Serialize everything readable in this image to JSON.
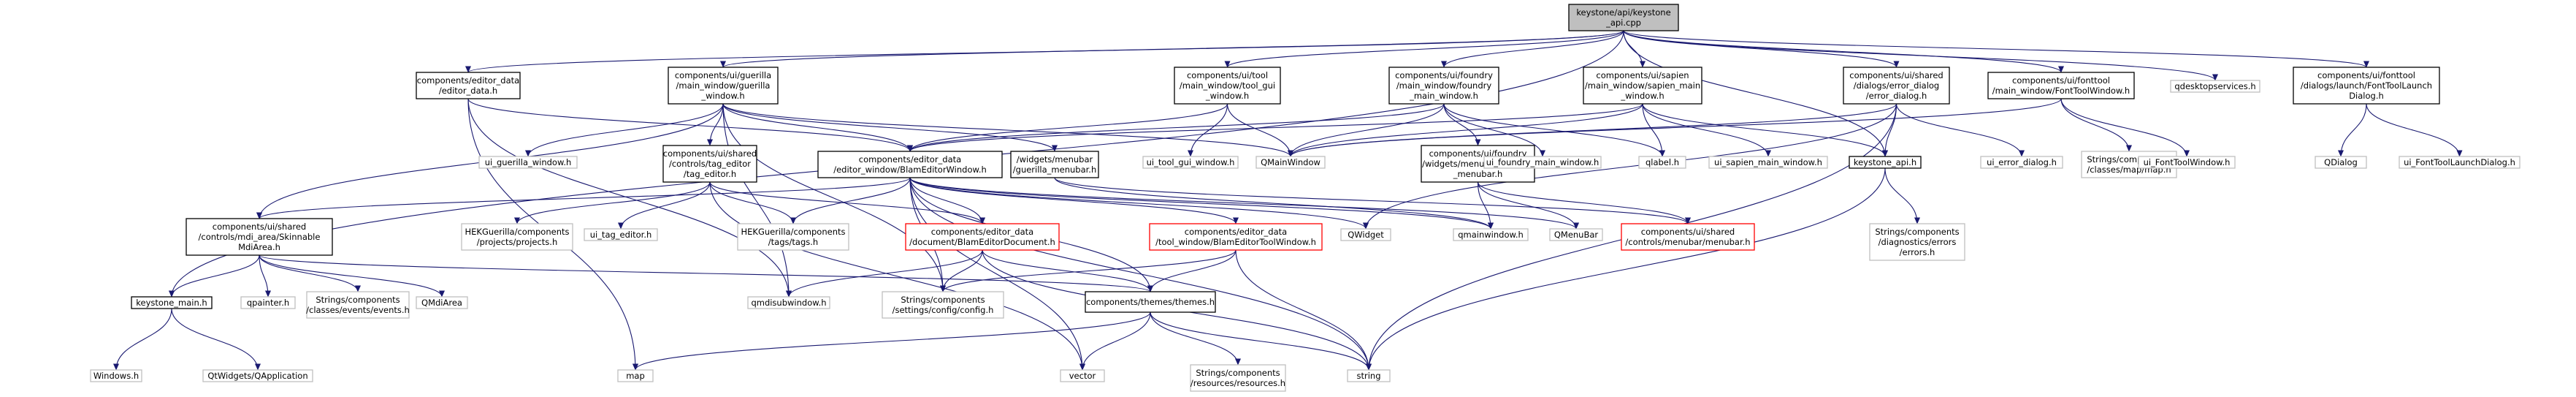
{
  "title": "keystone/api/keystone_api.cpp",
  "colors": {
    "root_fill": "#bfbfbf",
    "node_fill": "#ffffff",
    "node_border": "#000000",
    "external_border": "#bfbfbf",
    "red_border": "#ff0000",
    "edge": "#191970"
  },
  "nodes": [
    {
      "id": "root",
      "lines": [
        "keystone/api/keystone",
        "_api.cpp"
      ],
      "style": "root"
    },
    {
      "id": "editor_data_h",
      "lines": [
        "components/editor_data",
        "/editor_data.h"
      ],
      "style": "normal"
    },
    {
      "id": "guerilla_window_h",
      "lines": [
        "components/ui/guerilla",
        "/main_window/guerilla",
        "_window.h"
      ],
      "style": "normal"
    },
    {
      "id": "tool_gui_window_h",
      "lines": [
        "components/ui/tool",
        "/main_window/tool_gui",
        "_window.h"
      ],
      "style": "normal"
    },
    {
      "id": "foundry_main_window_h",
      "lines": [
        "components/ui/foundry",
        "/main_window/foundry",
        "_main_window.h"
      ],
      "style": "normal"
    },
    {
      "id": "sapien_main_window_h",
      "lines": [
        "components/ui/sapien",
        "/main_window/sapien_main",
        "_window.h"
      ],
      "style": "normal"
    },
    {
      "id": "error_dialog_h",
      "lines": [
        "components/ui/shared",
        "/dialogs/error_dialog",
        "/error_dialog.h"
      ],
      "style": "normal"
    },
    {
      "id": "font_tool_window_h",
      "lines": [
        "components/ui/fonttool",
        "/main_window/FontToolWindow.h"
      ],
      "style": "normal"
    },
    {
      "id": "qdesktopservices_h",
      "lines": [
        "qdesktopservices.h"
      ],
      "style": "external"
    },
    {
      "id": "font_tool_launch_dialog_h",
      "lines": [
        "components/ui/fonttool",
        "/dialogs/launch/FontToolLaunch",
        "Dialog.h"
      ],
      "style": "normal"
    },
    {
      "id": "ui_guerilla_window_h",
      "lines": [
        "ui_guerilla_window.h"
      ],
      "style": "external"
    },
    {
      "id": "tag_editor_h",
      "lines": [
        "components/ui/shared",
        "/controls/tag_editor",
        "/tag_editor.h"
      ],
      "style": "normal"
    },
    {
      "id": "blam_editor_window_h",
      "lines": [
        "components/editor_data",
        "/editor_window/BlamEditorWindow.h"
      ],
      "style": "normal"
    },
    {
      "id": "guerilla_menubar_h",
      "lines": [
        "/widgets/menubar",
        "/guerilla_menubar.h"
      ],
      "style": "normal"
    },
    {
      "id": "ui_tool_gui_window_h",
      "lines": [
        "ui_tool_gui_window.h"
      ],
      "style": "external"
    },
    {
      "id": "qmainwindow_h",
      "lines": [
        "QMainWindow"
      ],
      "style": "external"
    },
    {
      "id": "foundry_menubar_h",
      "lines": [
        "components/ui/foundry",
        "/widgets/menubar/foundry",
        "_menubar.h"
      ],
      "style": "normal"
    },
    {
      "id": "ui_foundry_main_window_h",
      "lines": [
        "ui_foundry_main_window.h"
      ],
      "style": "external"
    },
    {
      "id": "qlabel_h",
      "lines": [
        "qlabel.h"
      ],
      "style": "external"
    },
    {
      "id": "ui_sapien_main_window_h",
      "lines": [
        "ui_sapien_main_window.h"
      ],
      "style": "external"
    },
    {
      "id": "keystone_api_h",
      "lines": [
        "keystone_api.h"
      ],
      "style": "normal"
    },
    {
      "id": "ui_error_dialog_h",
      "lines": [
        "ui_error_dialog.h"
      ],
      "style": "external"
    },
    {
      "id": "strings_map_h",
      "lines": [
        "Strings/components",
        "/classes/map/map.h"
      ],
      "style": "external"
    },
    {
      "id": "ui_font_tool_window_h",
      "lines": [
        "ui_FontToolWindow.h"
      ],
      "style": "external"
    },
    {
      "id": "qdialog_h",
      "lines": [
        "QDialog"
      ],
      "style": "external"
    },
    {
      "id": "ui_font_tool_launch_dialog_h",
      "lines": [
        "ui_FontToolLaunchDialog.h"
      ],
      "style": "external"
    },
    {
      "id": "skinnable_mdi_area_h",
      "lines": [
        "components/ui/shared",
        "/controls/mdi_area/Skinnable",
        "MdiArea.h"
      ],
      "style": "normal"
    },
    {
      "id": "hek_projects_h",
      "lines": [
        "HEKGuerilla/components",
        "/projects/projects.h"
      ],
      "style": "external"
    },
    {
      "id": "ui_tag_editor_h",
      "lines": [
        "ui_tag_editor.h"
      ],
      "style": "external"
    },
    {
      "id": "hek_tags_h",
      "lines": [
        "HEKGuerilla/components",
        "/tags/tags.h"
      ],
      "style": "external"
    },
    {
      "id": "blam_editor_document_h",
      "lines": [
        "components/editor_data",
        "/document/BlamEditorDocument.h"
      ],
      "style": "red"
    },
    {
      "id": "blam_editor_tool_window_h",
      "lines": [
        "components/editor_data",
        "/tool_window/BlamEditorToolWindow.h"
      ],
      "style": "red"
    },
    {
      "id": "qwidget_h",
      "lines": [
        "QWidget"
      ],
      "style": "external"
    },
    {
      "id": "qmainwindow_lower_h",
      "lines": [
        "qmainwindow.h"
      ],
      "style": "external"
    },
    {
      "id": "qmenubar_h",
      "lines": [
        "QMenuBar"
      ],
      "style": "external"
    },
    {
      "id": "shared_menubar_h",
      "lines": [
        "components/ui/shared",
        "/controls/menubar/menubar.h"
      ],
      "style": "red"
    },
    {
      "id": "strings_errors_h",
      "lines": [
        "Strings/components",
        "/diagnostics/errors",
        "/errors.h"
      ],
      "style": "external"
    },
    {
      "id": "keystone_main_h",
      "lines": [
        "keystone_main.h"
      ],
      "style": "normal"
    },
    {
      "id": "qpainter_h",
      "lines": [
        "qpainter.h"
      ],
      "style": "external"
    },
    {
      "id": "strings_events_h",
      "lines": [
        "Strings/components",
        "/classes/events/events.h"
      ],
      "style": "external"
    },
    {
      "id": "qmdiarea_h",
      "lines": [
        "QMdiArea"
      ],
      "style": "external"
    },
    {
      "id": "qmdisubwindow_h",
      "lines": [
        "qmdisubwindow.h"
      ],
      "style": "external"
    },
    {
      "id": "strings_config_h",
      "lines": [
        "Strings/components",
        "/settings/config/config.h"
      ],
      "style": "external"
    },
    {
      "id": "themes_h",
      "lines": [
        "components/themes/themes.h"
      ],
      "style": "normal"
    },
    {
      "id": "windows_h",
      "lines": [
        "Windows.h"
      ],
      "style": "external"
    },
    {
      "id": "qapplication_h",
      "lines": [
        "QtWidgets/QApplication"
      ],
      "style": "external"
    },
    {
      "id": "map_h",
      "lines": [
        "map"
      ],
      "style": "external"
    },
    {
      "id": "vector_h",
      "lines": [
        "vector"
      ],
      "style": "external"
    },
    {
      "id": "strings_resources_h",
      "lines": [
        "Strings/components",
        "/resources/resources.h"
      ],
      "style": "external"
    },
    {
      "id": "string_h",
      "lines": [
        "string"
      ],
      "style": "external"
    }
  ],
  "edges": [
    [
      "root",
      "editor_data_h"
    ],
    [
      "root",
      "guerilla_window_h"
    ],
    [
      "root",
      "tool_gui_window_h"
    ],
    [
      "root",
      "foundry_main_window_h"
    ],
    [
      "root",
      "sapien_main_window_h"
    ],
    [
      "root",
      "error_dialog_h"
    ],
    [
      "root",
      "font_tool_window_h"
    ],
    [
      "root",
      "qdesktopservices_h"
    ],
    [
      "root",
      "font_tool_launch_dialog_h"
    ],
    [
      "root",
      "keystone_main_h"
    ],
    [
      "root",
      "keystone_api_h"
    ],
    [
      "editor_data_h",
      "blam_editor_window_h"
    ],
    [
      "editor_data_h",
      "qmdisubwindow_h"
    ],
    [
      "editor_data_h",
      "map_h"
    ],
    [
      "guerilla_window_h",
      "ui_guerilla_window_h"
    ],
    [
      "guerilla_window_h",
      "tag_editor_h"
    ],
    [
      "guerilla_window_h",
      "blam_editor_window_h"
    ],
    [
      "guerilla_window_h",
      "guerilla_menubar_h"
    ],
    [
      "guerilla_window_h",
      "qmainwindow_h"
    ],
    [
      "guerilla_window_h",
      "skinnable_mdi_area_h"
    ],
    [
      "guerilla_window_h",
      "qmdisubwindow_h"
    ],
    [
      "guerilla_window_h",
      "strings_config_h"
    ],
    [
      "tool_gui_window_h",
      "blam_editor_window_h"
    ],
    [
      "tool_gui_window_h",
      "ui_tool_gui_window_h"
    ],
    [
      "tool_gui_window_h",
      "qmainwindow_h"
    ],
    [
      "foundry_main_window_h",
      "blam_editor_window_h"
    ],
    [
      "foundry_main_window_h",
      "qmainwindow_h"
    ],
    [
      "foundry_main_window_h",
      "foundry_menubar_h"
    ],
    [
      "foundry_main_window_h",
      "ui_foundry_main_window_h"
    ],
    [
      "foundry_main_window_h",
      "qlabel_h"
    ],
    [
      "sapien_main_window_h",
      "qmainwindow_h"
    ],
    [
      "sapien_main_window_h",
      "qlabel_h"
    ],
    [
      "sapien_main_window_h",
      "ui_sapien_main_window_h"
    ],
    [
      "sapien_main_window_h",
      "keystone_api_h"
    ],
    [
      "sapien_main_window_h",
      "blam_editor_window_h"
    ],
    [
      "error_dialog_h",
      "qmainwindow_h"
    ],
    [
      "error_dialog_h",
      "keystone_api_h"
    ],
    [
      "error_dialog_h",
      "ui_error_dialog_h"
    ],
    [
      "error_dialog_h",
      "string_h"
    ],
    [
      "error_dialog_h",
      "qwidget_h"
    ],
    [
      "font_tool_window_h",
      "qmainwindow_h"
    ],
    [
      "font_tool_window_h",
      "strings_map_h"
    ],
    [
      "font_tool_window_h",
      "ui_font_tool_window_h"
    ],
    [
      "font_tool_launch_dialog_h",
      "qdialog_h"
    ],
    [
      "font_tool_launch_dialog_h",
      "ui_font_tool_launch_dialog_h"
    ],
    [
      "tag_editor_h",
      "hek_projects_h"
    ],
    [
      "tag_editor_h",
      "ui_tag_editor_h"
    ],
    [
      "tag_editor_h",
      "hek_tags_h"
    ],
    [
      "tag_editor_h",
      "blam_editor_document_h"
    ],
    [
      "tag_editor_h",
      "vector_h"
    ],
    [
      "blam_editor_window_h",
      "skinnable_mdi_area_h"
    ],
    [
      "blam_editor_window_h",
      "hek_tags_h"
    ],
    [
      "blam_editor_window_h",
      "blam_editor_document_h"
    ],
    [
      "blam_editor_window_h",
      "blam_editor_tool_window_h"
    ],
    [
      "blam_editor_window_h",
      "qwidget_h"
    ],
    [
      "blam_editor_window_h",
      "qmainwindow_lower_h"
    ],
    [
      "blam_editor_window_h",
      "qmenubar_h"
    ],
    [
      "blam_editor_window_h",
      "strings_config_h"
    ],
    [
      "blam_editor_window_h",
      "themes_h"
    ],
    [
      "blam_editor_window_h",
      "vector_h"
    ],
    [
      "blam_editor_window_h",
      "string_h"
    ],
    [
      "guerilla_menubar_h",
      "shared_menubar_h"
    ],
    [
      "guerilla_menubar_h",
      "qmainwindow_lower_h"
    ],
    [
      "foundry_menubar_h",
      "qmainwindow_lower_h"
    ],
    [
      "foundry_menubar_h",
      "qmenubar_h"
    ],
    [
      "foundry_menubar_h",
      "shared_menubar_h"
    ],
    [
      "keystone_api_h",
      "strings_errors_h"
    ],
    [
      "keystone_api_h",
      "string_h"
    ],
    [
      "skinnable_mdi_area_h",
      "keystone_main_h"
    ],
    [
      "skinnable_mdi_area_h",
      "qpainter_h"
    ],
    [
      "skinnable_mdi_area_h",
      "strings_events_h"
    ],
    [
      "skinnable_mdi_area_h",
      "qmdiarea_h"
    ],
    [
      "skinnable_mdi_area_h",
      "themes_h"
    ],
    [
      "blam_editor_document_h",
      "qmdisubwindow_h"
    ],
    [
      "blam_editor_document_h",
      "strings_config_h"
    ],
    [
      "blam_editor_document_h",
      "themes_h"
    ],
    [
      "blam_editor_document_h",
      "string_h"
    ],
    [
      "blam_editor_tool_window_h",
      "themes_h"
    ],
    [
      "blam_editor_tool_window_h",
      "strings_config_h"
    ],
    [
      "blam_editor_tool_window_h",
      "string_h"
    ],
    [
      "keystone_main_h",
      "windows_h"
    ],
    [
      "keystone_main_h",
      "qapplication_h"
    ],
    [
      "themes_h",
      "map_h"
    ],
    [
      "themes_h",
      "vector_h"
    ],
    [
      "themes_h",
      "strings_resources_h"
    ],
    [
      "themes_h",
      "string_h"
    ]
  ]
}
